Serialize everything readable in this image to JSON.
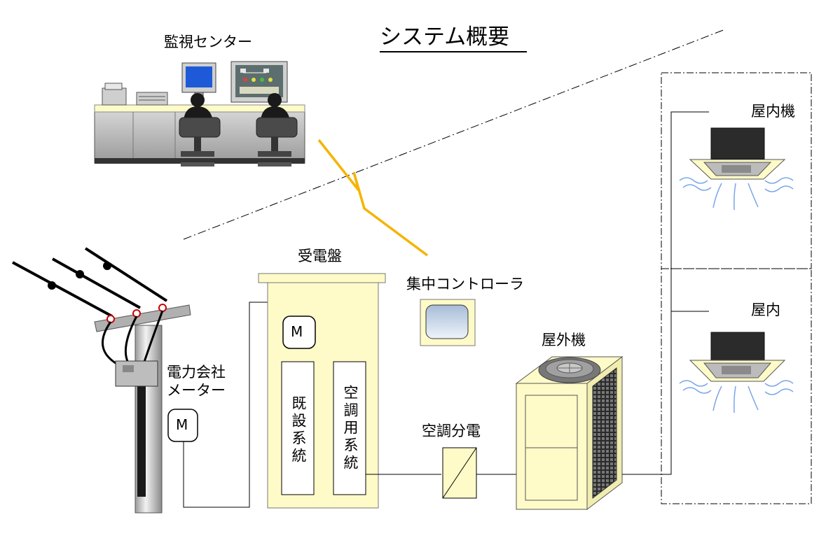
{
  "diagram": {
    "title": "システム概要",
    "labels": {
      "monitoring_center": "監視センター",
      "power_pole_meter_line1": "電力会社",
      "power_pole_meter_line2": "メーター",
      "meter_symbol": "M",
      "switchboard": "受電盤",
      "switchboard_meter_symbol": "M",
      "existing_system": "既設系統",
      "ac_system": "空調用系統",
      "central_controller": "集中コントローラ",
      "outdoor_unit": "屋外機",
      "ac_distribution": "空調分電",
      "indoor_unit_top": "屋内機",
      "indoor_unit_bottom": "屋内"
    }
  }
}
